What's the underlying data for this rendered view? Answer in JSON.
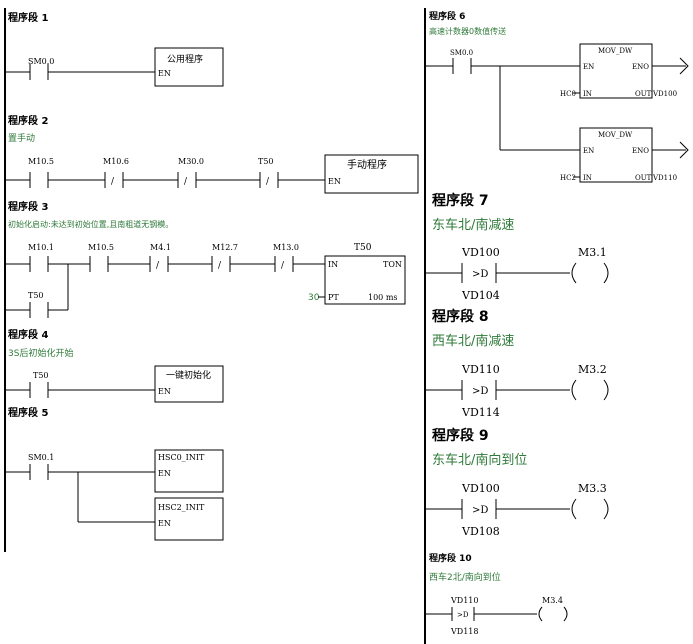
{
  "left": {
    "n1": {
      "title": "程序段 1",
      "contact": "SM0.0",
      "box": "公用程序",
      "en": "EN"
    },
    "n2": {
      "title": "程序段 2",
      "comment": "置手动",
      "c1": "M10.5",
      "c2": "M10.6",
      "c3": "M30.0",
      "c4": "T50",
      "box": "手动程序",
      "en": "EN"
    },
    "n3": {
      "title": "程序段 3",
      "comment": "初始化启动:未达到初始位置,且南粗道无钢模。",
      "c1": "M10.1",
      "c2": "M10.5",
      "c3": "M4.1",
      "c4": "M12.7",
      "c5": "M13.0",
      "c6": "T50",
      "timer": "T50",
      "in": "IN",
      "ton": "TON",
      "pt": "PT",
      "preset": "30",
      "base": "100 ms"
    },
    "n4": {
      "title": "程序段 4",
      "comment": "3S后初始化开始",
      "contact": "T50",
      "box": "一键初始化",
      "en": "EN"
    },
    "n5": {
      "title": "程序段 5",
      "contact": "SM0.1",
      "box1": "HSC0_INIT",
      "box2": "HSC2_INIT",
      "en": "EN"
    }
  },
  "right": {
    "n6": {
      "title": "程序段 6",
      "comment": "高速计数器0数值传送",
      "contact": "SM0.0",
      "box": "MOV_DW",
      "en": "EN",
      "eno": "ENO",
      "in": "IN",
      "out": "OUT",
      "in1": "HC0",
      "out1": "VD100",
      "in2": "HC2",
      "out2": "VD110"
    },
    "n7": {
      "title": "程序段 7",
      "comment": "东车北/南减速",
      "top": "VD100",
      "op": ">D",
      "bottom": "VD104",
      "coil": "M3.1"
    },
    "n8": {
      "title": "程序段 8",
      "comment": "西车北/南减速",
      "top": "VD110",
      "op": ">D",
      "bottom": "VD114",
      "coil": "M3.2"
    },
    "n9": {
      "title": "程序段 9",
      "comment": "东车北/南向到位",
      "top": "VD100",
      "op": ">D",
      "bottom": "VD108",
      "coil": "M3.3"
    },
    "n10": {
      "title": "程序段 10",
      "comment": "西车2北/南向到位",
      "top": "VD110",
      "op": ">D",
      "bottom": "VD118",
      "coil": "M3.4"
    }
  }
}
